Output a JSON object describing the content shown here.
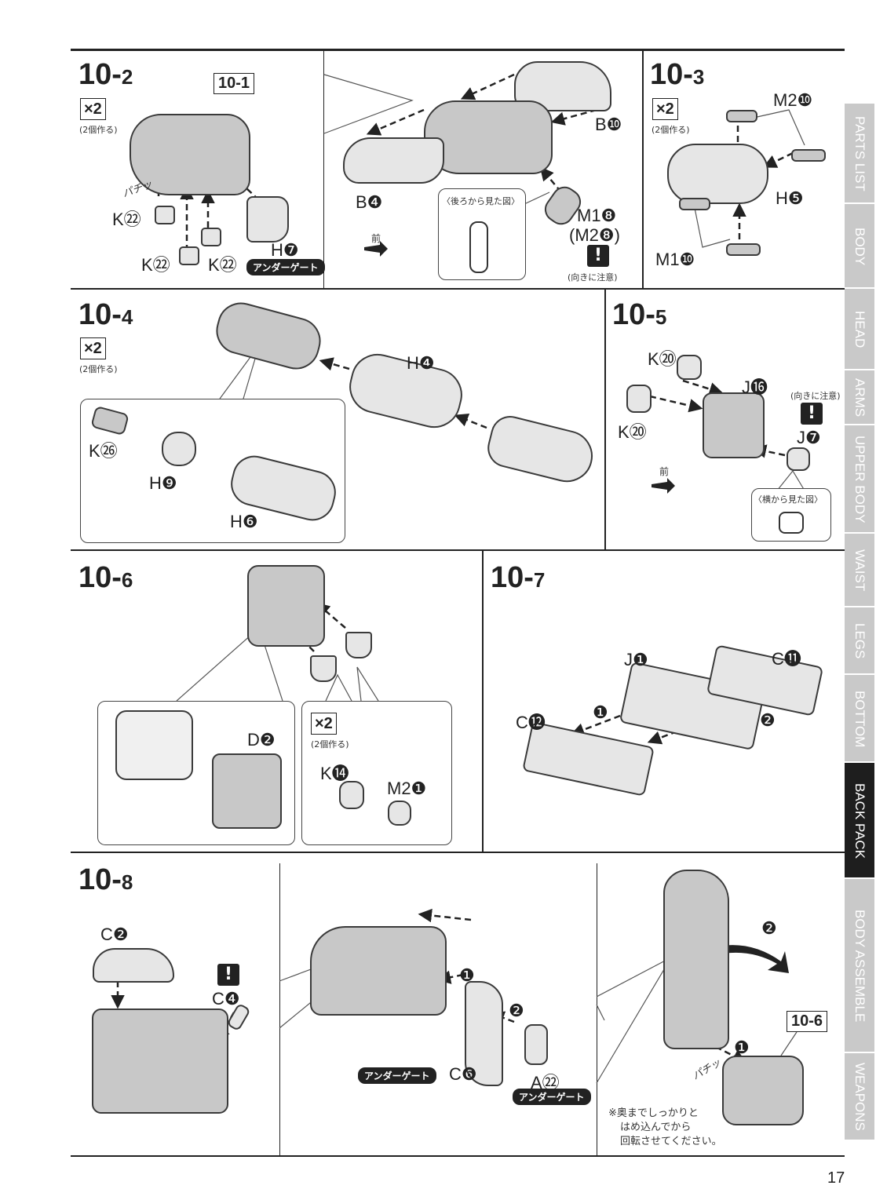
{
  "page_number": "17",
  "tabs": [
    "PARTS LIST",
    "BODY",
    "HEAD",
    "ARMS",
    "UPPER BODY",
    "WAIST",
    "LEGS",
    "BOTTOM",
    "BACK PACK",
    "BODY ASSEMBLE",
    "WEAPONS"
  ],
  "active_tab": "BACK PACK",
  "s102": {
    "num": "10-",
    "sub": "2",
    "x2": "×2",
    "make2": "(2個作る)",
    "ref": "10-1",
    "pachi": "パチッ",
    "k1": "K㉒",
    "k2": "K㉒",
    "k3": "K㉒",
    "h": "H❼",
    "undergate": "アンダーゲート",
    "b4": "B❹",
    "b10": "B❿",
    "backview": "〈後ろから見た図〉",
    "m18": "M1❽",
    "m28": "(M2❽)",
    "front": "前",
    "careful": "(向きに注意)"
  },
  "s103": {
    "num": "10-",
    "sub": "3",
    "x2": "×2",
    "make2": "(2個作る)",
    "m210": "M2❿",
    "h5": "H❺",
    "m110": "M1❿"
  },
  "s104": {
    "num": "10-",
    "sub": "4",
    "x2": "×2",
    "make2": "(2個作る)",
    "h4": "H❹",
    "k26": "K㉖",
    "h9": "H❾",
    "h6": "H❻"
  },
  "s105": {
    "num": "10-",
    "sub": "5",
    "k20a": "K⑳",
    "j16": "J⓰",
    "careful": "(向きに注意)",
    "k20b": "K⑳",
    "j7": "J❼",
    "front": "前",
    "sideview": "〈横から見た図〉"
  },
  "s106": {
    "num": "10-",
    "sub": "6",
    "d2": "D❷",
    "x2": "×2",
    "make2": "(2個作る)",
    "k14": "K⓮",
    "m21": "M2❶"
  },
  "s107": {
    "num": "10-",
    "sub": "7",
    "j1": "J❶",
    "c11": "C⓫",
    "c12": "C⓬",
    "step1": "❶",
    "step2": "❷"
  },
  "s108": {
    "num": "10-",
    "sub": "8",
    "c2": "C❷",
    "c4": "C❹",
    "c6": "C❻",
    "a22": "A㉒",
    "undergate1": "アンダーゲート",
    "undergate2": "アンダーゲート",
    "step1": "❶",
    "step2": "❷",
    "step1b": "❶",
    "step2b": "❷",
    "ref": "10-6",
    "pachi": "パチッ",
    "note1": "※奥までしっかりと",
    "note2": "はめ込んでから",
    "note3": "回転させてください。"
  }
}
